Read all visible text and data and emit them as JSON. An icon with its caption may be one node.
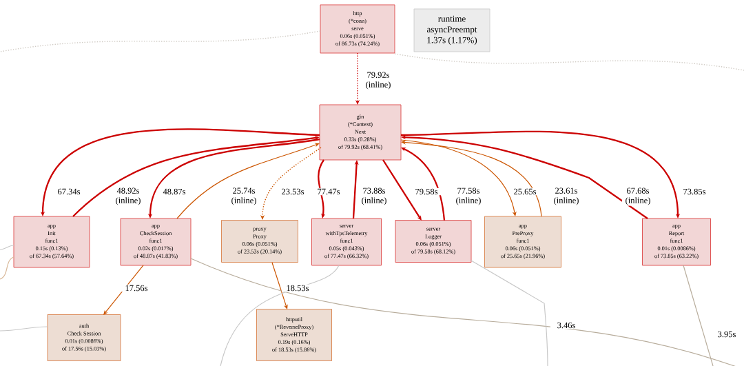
{
  "diagram": {
    "nodes": [
      {
        "text": [
          "http",
          "(*conn)",
          "serve",
          "0.06s (0.051%)",
          "of 86.73s (74.24%)"
        ]
      },
      {
        "text": [
          "runtime",
          "asyncPreempt",
          "1.37s (1.17%)"
        ]
      },
      {
        "text": [
          "gin",
          "(*Context)",
          "Next",
          "0.33s (0.28%)",
          "of 79.92s (68.41%)"
        ]
      },
      {
        "text": [
          "app",
          "Init",
          "func1",
          "0.15s (0.13%)",
          "of 67.34s (57.64%)"
        ]
      },
      {
        "text": [
          "app",
          "CheckSession",
          "func1",
          "0.02s (0.017%)",
          "of 48.87s (41.83%)"
        ]
      },
      {
        "text": [
          "proxy",
          "Proxy",
          "0.06s (0.051%)",
          "of 23.53s (20.14%)"
        ]
      },
      {
        "text": [
          "server",
          "withTpsTelemetry",
          "func1",
          "0.05s (0.043%)",
          "of 77.47s (66.32%)"
        ]
      },
      {
        "text": [
          "server",
          "Logger",
          "0.06s (0.051%)",
          "of 79.58s (68.12%)"
        ]
      },
      {
        "text": [
          "app",
          "PreProxy",
          "func1",
          "0.06s (0.051%)",
          "of 25.65s (21.96%)"
        ]
      },
      {
        "text": [
          "app",
          "Report",
          "func1",
          "0.01s (0.0086%)",
          "of 73.85s (63.22%)"
        ]
      },
      {
        "text": [
          "auth",
          "Check Session",
          "0.01s (0.0086%)",
          "of 17.56s (15.03%)"
        ]
      },
      {
        "text": [
          "httputil",
          "(*ReverseProxy)",
          "ServeHTTP",
          "0.19s (0.16%)",
          "of 18.53s (15.86%)"
        ]
      }
    ],
    "edges": [
      {
        "from": 0,
        "to": 2,
        "arrow": "to",
        "label": "79.92s (inline)",
        "style": "dashed"
      },
      {
        "from": 2,
        "to": 3,
        "arrow": "to",
        "label": "67.34s"
      },
      {
        "from": 3,
        "to": 2,
        "arrow": "to",
        "label": "48.92s (inline)"
      },
      {
        "from": 2,
        "to": 4,
        "arrow": "to",
        "label": "48.87s"
      },
      {
        "from": 4,
        "to": 2,
        "arrow": "to",
        "label": "25.74s (inline)",
        "color": "#cc5500"
      },
      {
        "from": 2,
        "to": 5,
        "arrow": "to",
        "label": "23.53s",
        "style": "dashed",
        "color": "#cc5500"
      },
      {
        "from": 2,
        "to": 6,
        "arrow": "to",
        "label": "77.47s"
      },
      {
        "from": 6,
        "to": 2,
        "arrow": "to",
        "label": "73.88s (inline)"
      },
      {
        "from": 2,
        "to": 7,
        "arrow": "to",
        "label": "79.58s"
      },
      {
        "from": 7,
        "to": 2,
        "arrow": "to",
        "label": "77.58s (inline)"
      },
      {
        "from": 2,
        "to": 8,
        "arrow": "to",
        "label": "25.65s",
        "color": "#cc5500"
      },
      {
        "from": 8,
        "to": 2,
        "arrow": "to",
        "label": "23.61s (inline)",
        "color": "#cc5500"
      },
      {
        "from": 9,
        "to": 2,
        "arrow": "to",
        "label": "67.68s (inline)"
      },
      {
        "from": 2,
        "to": 9,
        "arrow": "to",
        "label": "73.85s"
      },
      {
        "from": 4,
        "to": 10,
        "arrow": "to",
        "label": "17.56s",
        "color": "#cc5500"
      },
      {
        "from": 5,
        "to": 11,
        "arrow": "to",
        "label": "18.53s",
        "color": "#cc5500"
      },
      {
        "from": 4,
        "to": null,
        "arrow": "none",
        "color": "#b8ad9c"
      },
      {
        "from": 6,
        "to": null,
        "arrow": "none",
        "color": "#c8c8c8"
      },
      {
        "from": 7,
        "to": null,
        "arrow": "none",
        "label": "3.46s",
        "color": "#c8c8c8"
      },
      {
        "from": 9,
        "to": null,
        "arrow": "none",
        "label": "3.95s",
        "color": "#b8ad9c"
      },
      {
        "from": null,
        "to": 3,
        "arrow": "none",
        "color": "#c8c8c8"
      },
      {
        "from": null,
        "to": 3,
        "arrow": "none",
        "color": "#d9b99a"
      },
      {
        "from": null,
        "to": 10,
        "arrow": "none",
        "color": "#c8c8c8"
      },
      {
        "from": 0,
        "to": null,
        "arrow": "none",
        "style": "dashed",
        "color": "#d0cbc4"
      },
      {
        "from": 0,
        "to": null,
        "arrow": "none",
        "style": "dashed",
        "color": "#d0cbc4"
      }
    ]
  }
}
